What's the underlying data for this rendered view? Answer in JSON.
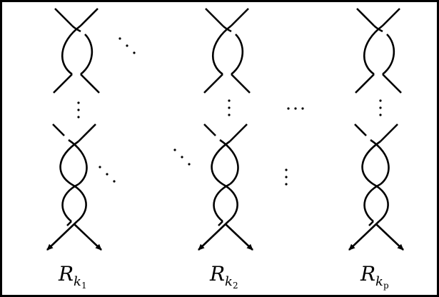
{
  "figure": {
    "columns": [
      {
        "label": "R",
        "sub": "k",
        "subsub": "1"
      },
      {
        "label": "R",
        "sub": "k",
        "subsub": "2"
      },
      {
        "label": "R",
        "sub": "k",
        "subsub": "p"
      }
    ]
  }
}
